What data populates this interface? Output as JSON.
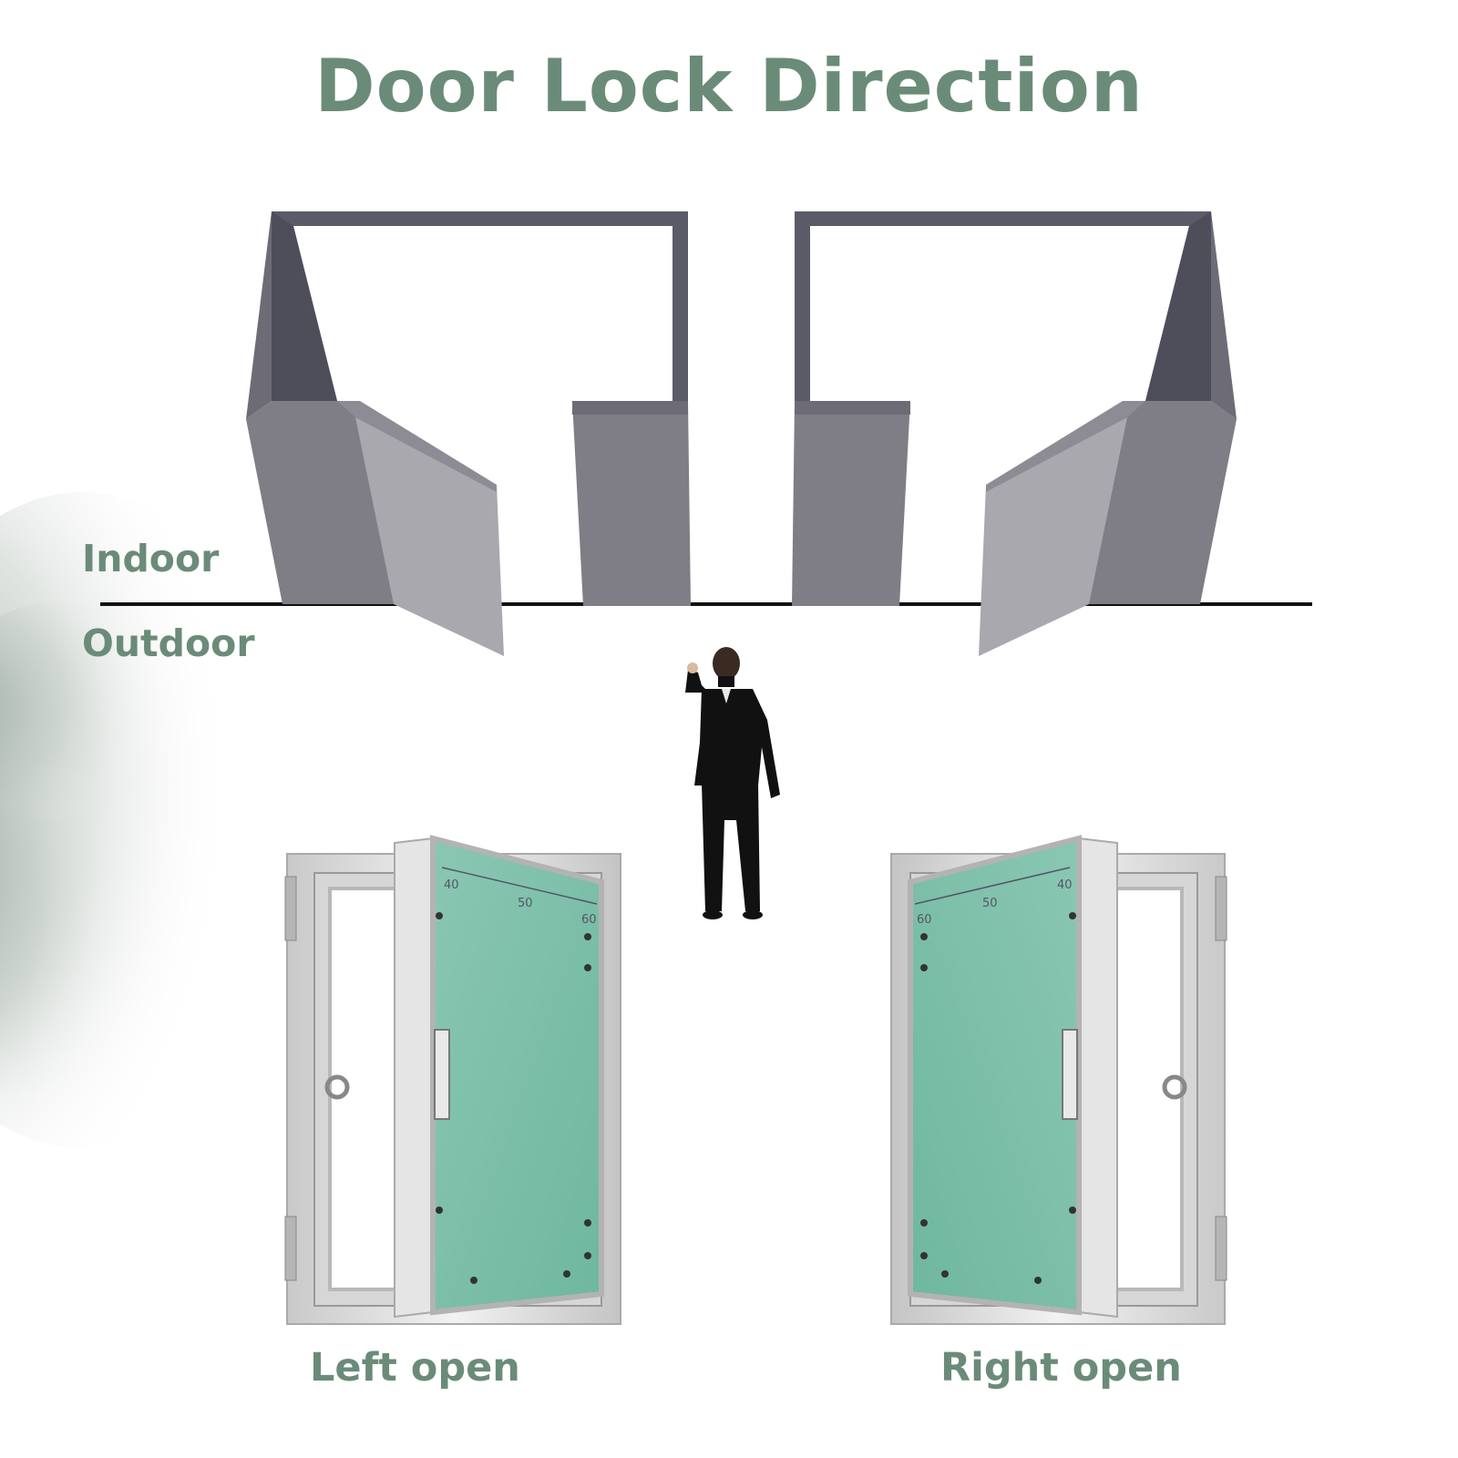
{
  "title": "Door Lock Direction",
  "labels": {
    "indoor": "Indoor",
    "outdoor": "Outdoor",
    "left_open": "Left open",
    "right_open": "Right open"
  },
  "colors": {
    "text_green": "#6b8b79",
    "wall_dark": "#5b5a68",
    "wall_mid": "#7f7e86",
    "door_leaf": "#a9a8ae",
    "floor_line": "#111111",
    "panel_green": "#7dbfa9",
    "frame_silver": "#dcdcdc",
    "person": "#111111",
    "mist": "#8a9b8f"
  },
  "icons": {
    "person": "person-icon",
    "left_panel": "access-panel-left-icon",
    "right_panel": "access-panel-right-icon"
  },
  "panel_ruler_ticks": [
    "40",
    "50",
    "60"
  ]
}
